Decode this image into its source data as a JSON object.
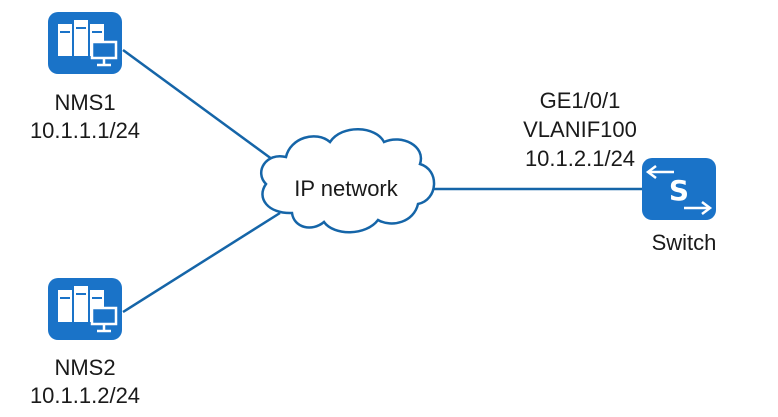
{
  "nodes": {
    "nms1": {
      "name": "NMS1",
      "ip": "10.1.1.1/24",
      "icon": "nms-server-icon"
    },
    "nms2": {
      "name": "NMS2",
      "ip": "10.1.1.2/24",
      "icon": "nms-server-icon"
    },
    "cloud": {
      "label": "IP network",
      "icon": "cloud-icon"
    },
    "switch": {
      "name": "Switch",
      "icon": "switch-icon",
      "interface": "GE1/0/1",
      "vlanif": "VLANIF100",
      "ip": "10.1.2.1/24"
    }
  },
  "colors": {
    "link": "#1565a8",
    "device": "#1a73c8",
    "cloud_stroke": "#1565a8"
  }
}
